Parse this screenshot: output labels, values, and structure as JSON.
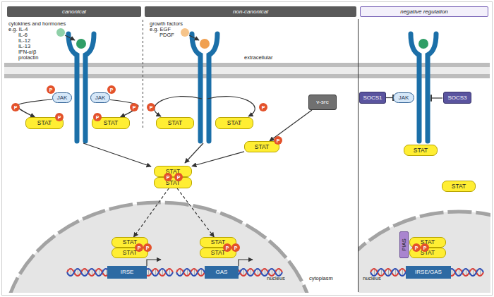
{
  "diagram": {
    "nodes": [
      {
        "text": [
          "canonical"
        ]
      },
      {
        "text": [
          "non-canonical"
        ]
      },
      {
        "text": [
          "negative regulation"
        ]
      },
      {
        "text": [
          "P"
        ]
      },
      {
        "text": [
          "JAK"
        ]
      },
      {
        "text": [
          "P"
        ]
      },
      {
        "text": [
          "JAK"
        ]
      },
      {
        "text": [
          "SOCS1"
        ]
      },
      {
        "text": [
          "JAK"
        ]
      },
      {
        "text": [
          "SOCS3"
        ]
      },
      {
        "text": [
          "v-src"
        ]
      },
      {
        "text": [
          "P"
        ]
      },
      {
        "text": [
          "P"
        ]
      },
      {
        "text": [
          "P"
        ]
      },
      {
        "text": [
          "P"
        ]
      },
      {
        "text": [
          "P"
        ]
      },
      {
        "text": [
          "STAT"
        ]
      },
      {
        "text": [
          "P"
        ]
      },
      {
        "text": [
          "STAT"
        ]
      },
      {
        "text": [
          "STAT"
        ]
      },
      {
        "text": [
          "STAT"
        ]
      },
      {
        "text": [
          "P"
        ]
      },
      {
        "text": [
          "STAT"
        ]
      },
      {
        "text": [
          "STAT"
        ]
      },
      {
        "text": [
          "STAT"
        ]
      },
      {
        "text": [
          "P"
        ]
      },
      {
        "text": [
          "P"
        ]
      },
      {
        "text": [
          "STAT"
        ]
      },
      {
        "text": [
          "STAT"
        ]
      },
      {
        "text": [
          "STAT"
        ]
      },
      {
        "text": [
          "P"
        ]
      },
      {
        "text": [
          "P"
        ]
      },
      {
        "text": [
          "STAT"
        ]
      },
      {
        "text": [
          "STAT"
        ]
      },
      {
        "text": [
          "P"
        ]
      },
      {
        "text": [
          "P"
        ]
      },
      {
        "text": [
          "STAT"
        ]
      },
      {
        "text": [
          "PIAS"
        ]
      },
      {
        "text": [
          "STAT"
        ]
      },
      {
        "text": [
          "P"
        ]
      },
      {
        "text": [
          "P"
        ]
      },
      {
        "text": [
          "STAT"
        ]
      },
      {
        "text": [
          "IRSE"
        ]
      },
      {
        "text": [
          "GAS"
        ]
      },
      {
        "text": [
          "IRSE/GAS"
        ]
      }
    ],
    "edges": [
      {
        "from": 4,
        "to": 16,
        "arrow": "to"
      },
      {
        "from": 6,
        "to": 18,
        "arrow": "to"
      },
      {
        "from": 7,
        "to": 8,
        "arrow": "to"
      },
      {
        "from": 10,
        "to": 22,
        "arrow": "to"
      },
      {
        "from": 22,
        "to": 24,
        "arrow": "to"
      },
      {
        "from": 27,
        "to": 29,
        "arrow": "to"
      },
      {
        "from": 27,
        "to": 33,
        "arrow": "to"
      }
    ],
    "labels": [
      "cytokines and hormones",
      "e.g. IL-4",
      "IL-6",
      "IL-12",
      "IL-13",
      "IFN-α/β",
      "prolactin",
      "growth factors",
      "e.g. EGF",
      "PDGF",
      "extracellular",
      "nucleus",
      "cytoplasm",
      "nucleus"
    ]
  }
}
